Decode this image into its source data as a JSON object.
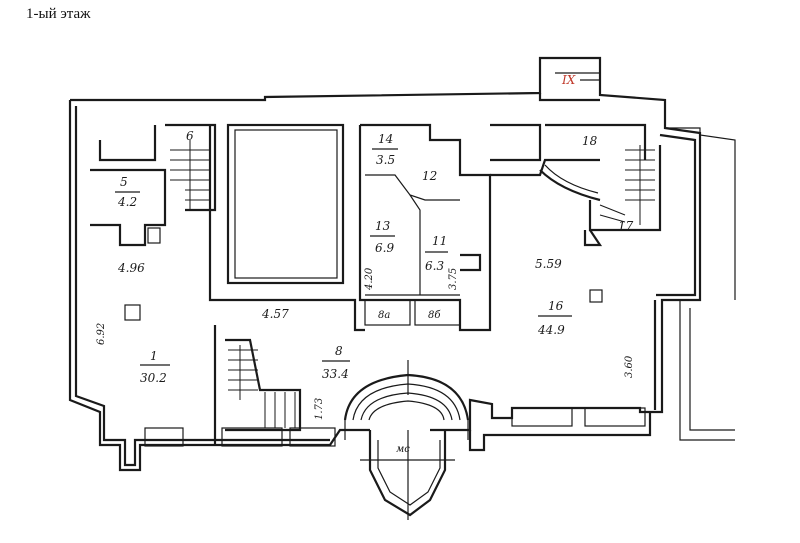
{
  "title": "1-ый этаж",
  "rooms": [
    {
      "id": "room-1",
      "number": "1",
      "area": "30.2"
    },
    {
      "id": "room-5",
      "number": "5",
      "area": "4.2"
    },
    {
      "id": "room-6",
      "number": "6"
    },
    {
      "id": "room-8",
      "number": "8",
      "area": "33.4"
    },
    {
      "id": "room-8a",
      "number": "8а"
    },
    {
      "id": "room-8b",
      "number": "8б"
    },
    {
      "id": "room-11",
      "number": "11",
      "area": "6.3"
    },
    {
      "id": "room-12",
      "number": "12"
    },
    {
      "id": "room-13",
      "number": "13",
      "area": "6.9"
    },
    {
      "id": "room-14",
      "number": "14",
      "area": "3.5"
    },
    {
      "id": "room-16",
      "number": "16",
      "area": "44.9"
    },
    {
      "id": "room-17",
      "number": "17"
    },
    {
      "id": "room-18",
      "number": "18"
    },
    {
      "id": "room-ix",
      "number": "IX"
    }
  ],
  "dimensions": {
    "d_4_96": "4.96",
    "d_6_92": "6.92",
    "d_4_57": "4.57",
    "d_1_73": "1.73",
    "d_4_20": "4.20",
    "d_3_75": "3.75",
    "d_5_59": "5.59",
    "d_3_60": "3.60"
  },
  "labels": {
    "porch": "мс"
  }
}
